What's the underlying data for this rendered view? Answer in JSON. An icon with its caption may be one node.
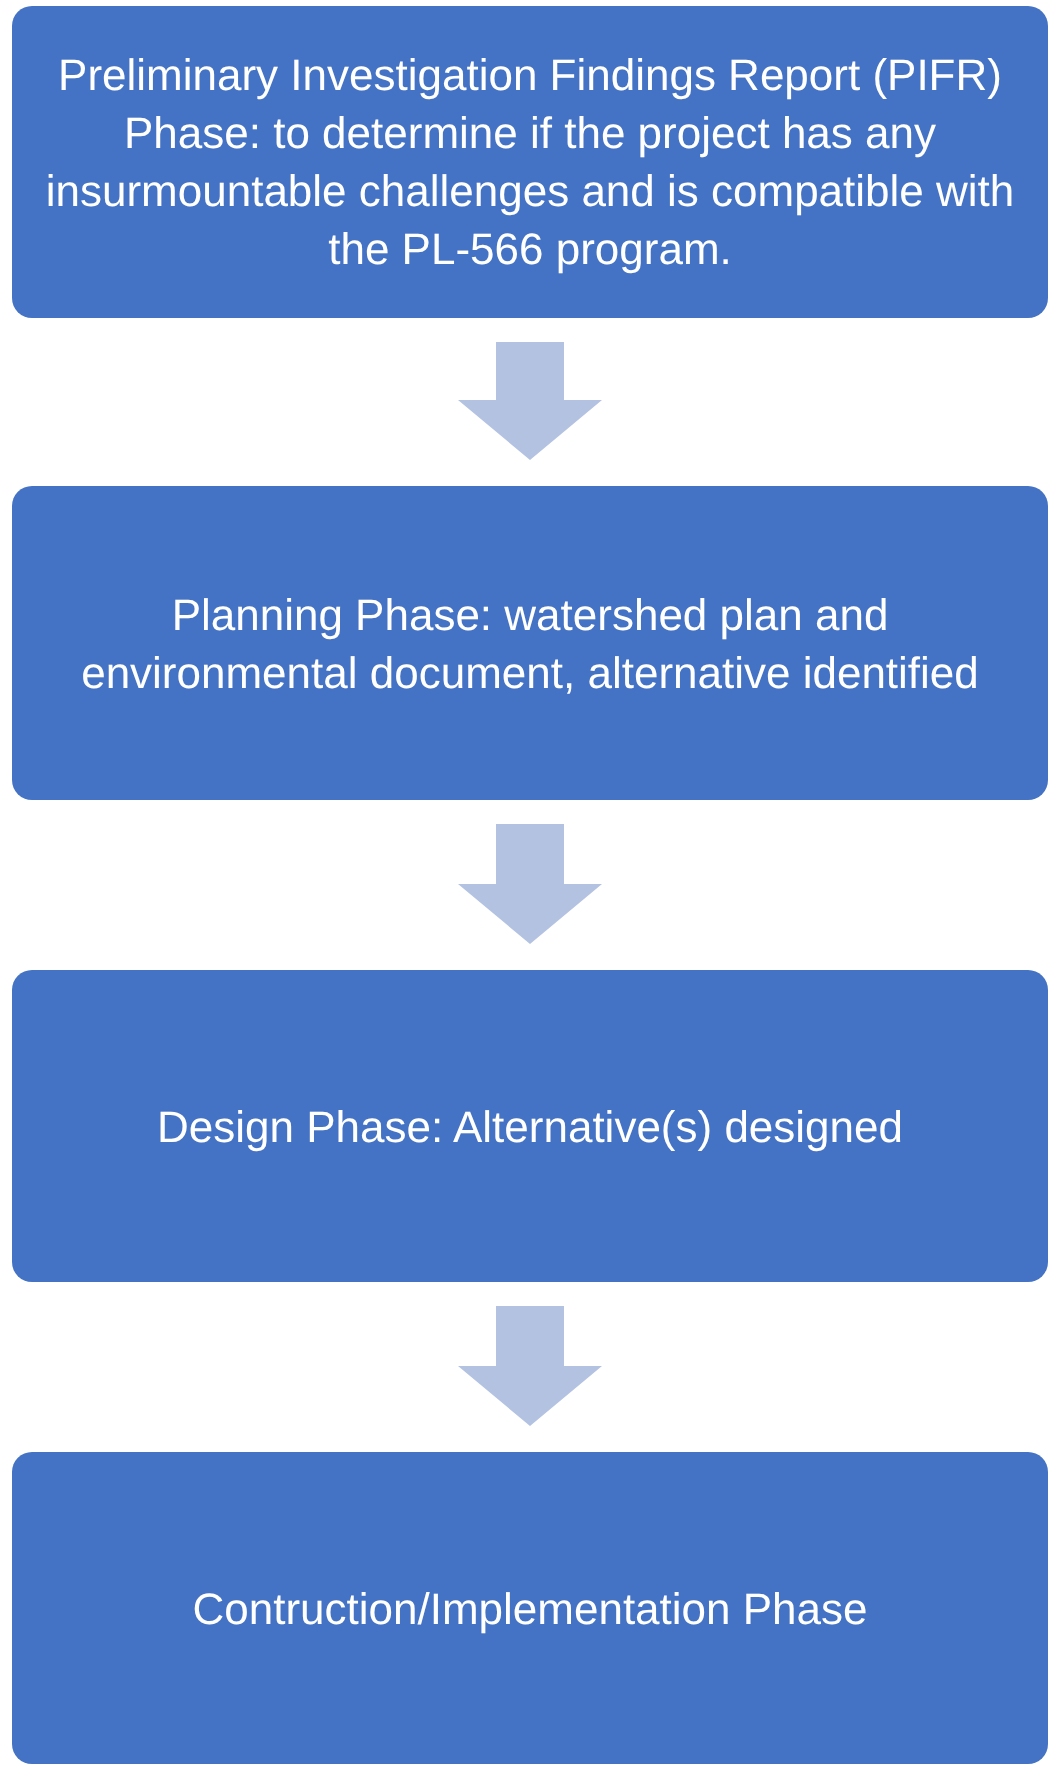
{
  "diagram": {
    "nodes": [
      {
        "text": [
          "Preliminary Investigation Findings Report (PIFR) Phase: to determine if the project has any insurmountable challenges and is compatible with the PL-566 program."
        ]
      },
      {
        "text": [
          "Planning Phase: watershed plan and environmental document, alternative identified"
        ]
      },
      {
        "text": [
          "Design Phase: Alternative(s) designed"
        ]
      },
      {
        "text": [
          "Contruction/Implementation Phase"
        ]
      }
    ],
    "edges": [
      {
        "from": 0,
        "to": 1,
        "arrow": "to"
      },
      {
        "from": 1,
        "to": 2,
        "arrow": "to"
      },
      {
        "from": 2,
        "to": 3,
        "arrow": "to"
      }
    ]
  }
}
